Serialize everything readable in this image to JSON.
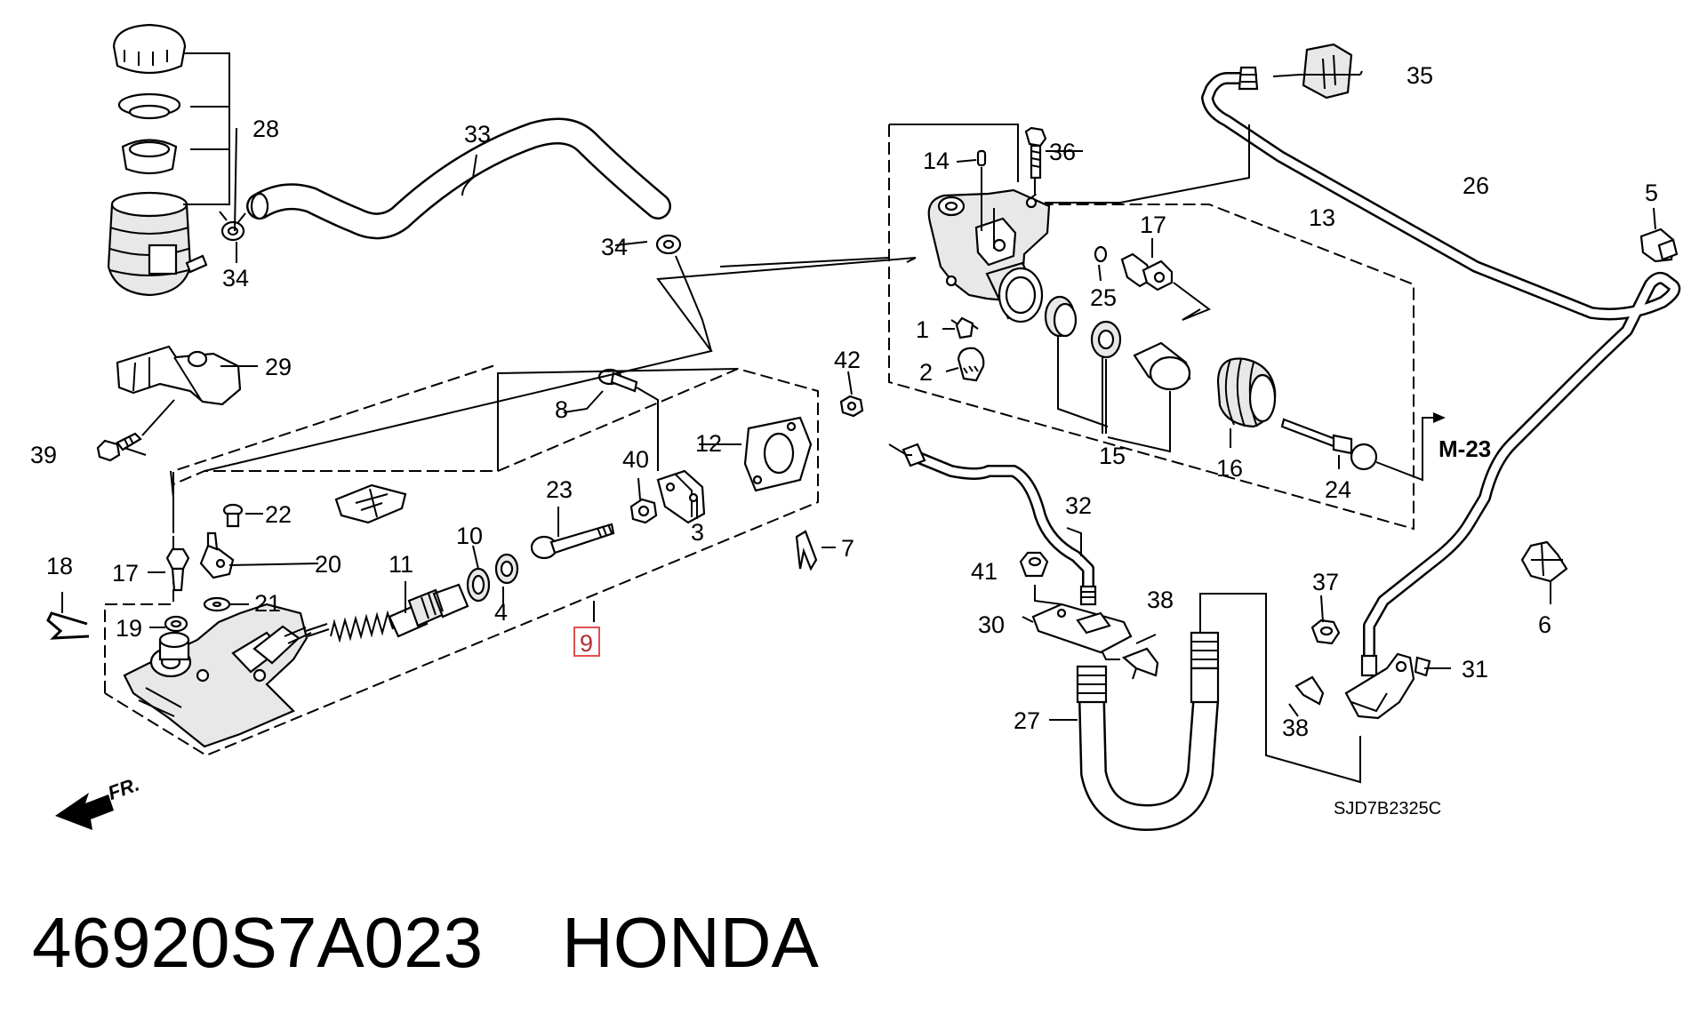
{
  "caption": {
    "part_number": "46920S7A023",
    "brand": "HONDA"
  },
  "diagram": {
    "code": "SJD7B2325C",
    "section_ref": "M-23",
    "front_marker": "FR.",
    "highlighted_callout": "9",
    "callouts": {
      "c1": "1",
      "c2": "2",
      "c3": "3",
      "c4": "4",
      "c5": "5",
      "c6": "6",
      "c7": "7",
      "c8": "8",
      "c9": "9",
      "c10": "10",
      "c11": "11",
      "c12": "12",
      "c13": "13",
      "c14": "14",
      "c15": "15",
      "c16": "16",
      "c17a": "17",
      "c17b": "17",
      "c18": "18",
      "c19": "19",
      "c20": "20",
      "c21": "21",
      "c22": "22",
      "c23": "23",
      "c24": "24",
      "c25": "25",
      "c26": "26",
      "c27": "27",
      "c28": "28",
      "c29": "29",
      "c30": "30",
      "c31": "31",
      "c32": "32",
      "c33": "33",
      "c34a": "34",
      "c34b": "34",
      "c35": "35",
      "c36": "36",
      "c37": "37",
      "c38a": "38",
      "c38b": "38",
      "c39": "39",
      "c40": "40",
      "c41": "41",
      "c42": "42"
    }
  }
}
